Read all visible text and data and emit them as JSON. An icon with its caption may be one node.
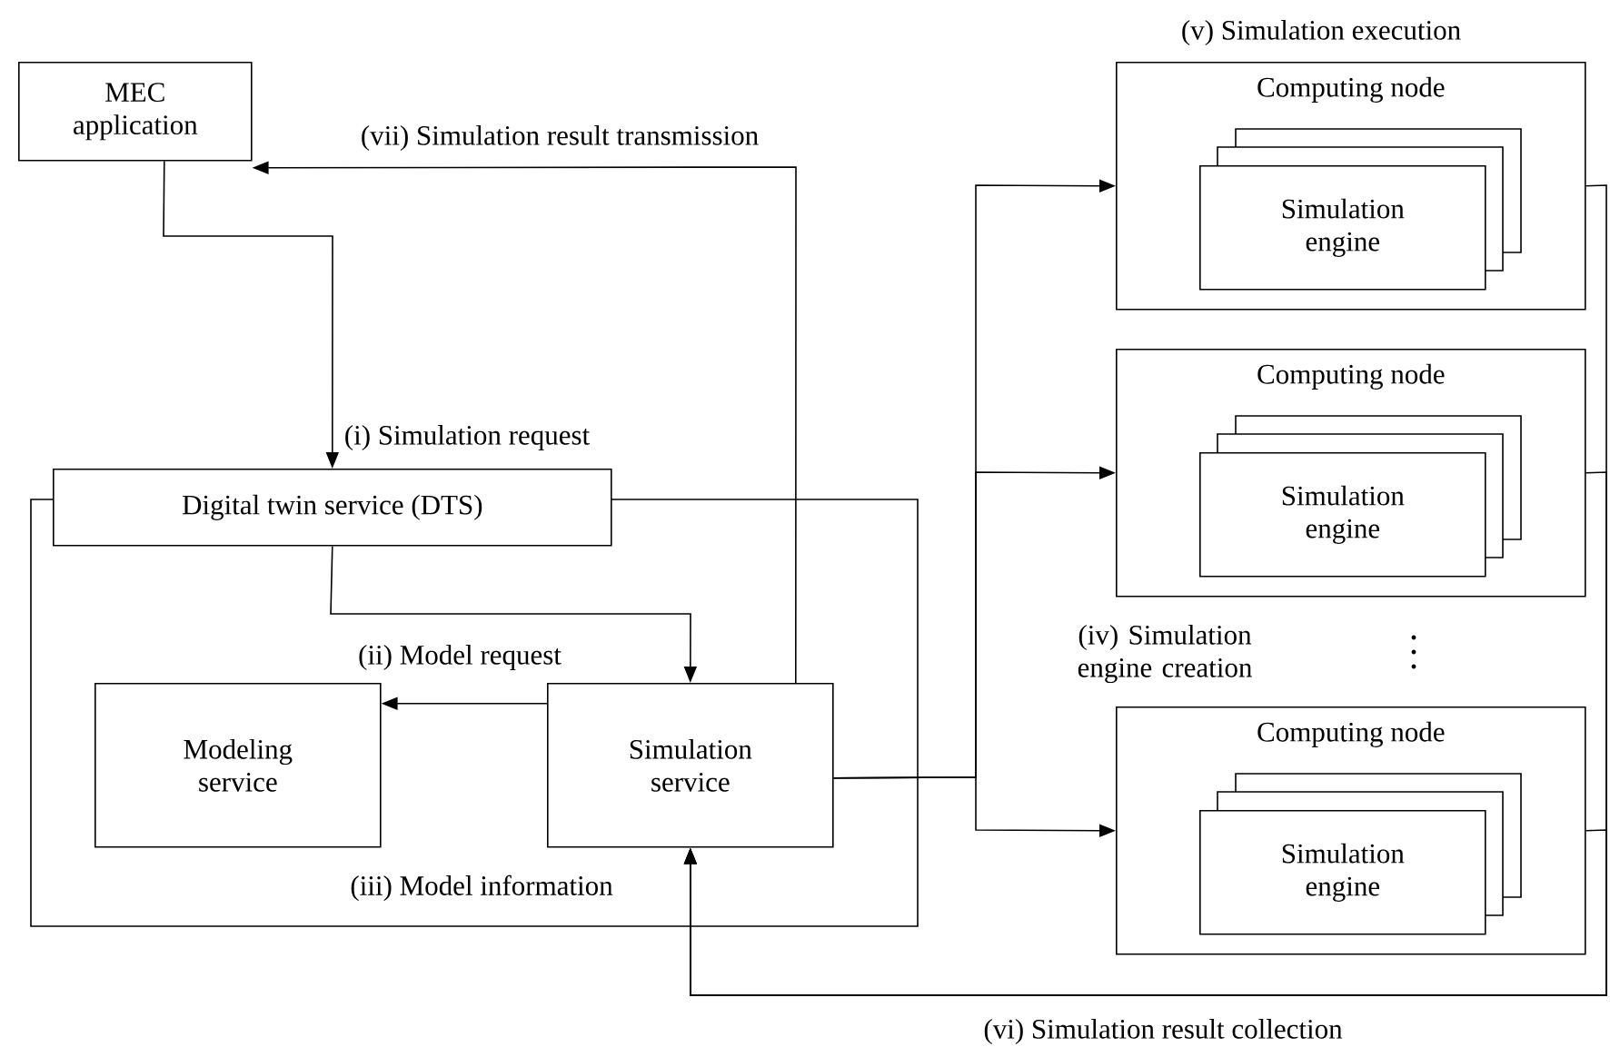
{
  "diagram": {
    "nodes": [
      {
        "text": [
          "MEC application"
        ]
      },
      {
        "text": [
          "Digital twin service (DTS)"
        ]
      },
      {
        "text": [
          "Modeling service"
        ],
        "in": 1
      },
      {
        "text": [
          "Simulation service"
        ],
        "in": 1
      },
      {
        "text": [
          "Computing node"
        ],
        "beside": [
          "(v) Simulation execution"
        ]
      },
      {
        "text": [
          "Simulation engine"
        ],
        "in": 4
      },
      {
        "text": [
          "Computing node"
        ]
      },
      {
        "text": [
          "Simulation engine"
        ],
        "in": 6
      },
      {
        "text": [
          "Computing node"
        ]
      },
      {
        "text": [
          "Simulation engine"
        ],
        "in": 8
      }
    ],
    "edges": [
      {
        "from": 0,
        "to": 1,
        "arrow": "to",
        "label": "(i) Simulation request"
      },
      {
        "from": 1,
        "to": 3,
        "arrow": "to"
      },
      {
        "from": 3,
        "to": 2,
        "arrow": "to",
        "label": "(ii) Model request"
      },
      {
        "from": 3,
        "to": 4,
        "arrow": "to"
      },
      {
        "from": 3,
        "to": 6,
        "arrow": "to",
        "label": "(iv) Simulation engine creation"
      },
      {
        "from": 3,
        "to": 8,
        "arrow": "to"
      },
      {
        "from": 4,
        "to": 3,
        "arrow": "to"
      },
      {
        "from": 6,
        "to": 3,
        "arrow": "to"
      },
      {
        "from": 8,
        "to": 3,
        "arrow": "to",
        "label": "(vi) Simulation result collection"
      },
      {
        "from": 3,
        "to": 0,
        "arrow": "to",
        "label": "(vii) Simulation result transmission"
      }
    ],
    "labels": [
      "(iii) Model information"
    ]
  }
}
